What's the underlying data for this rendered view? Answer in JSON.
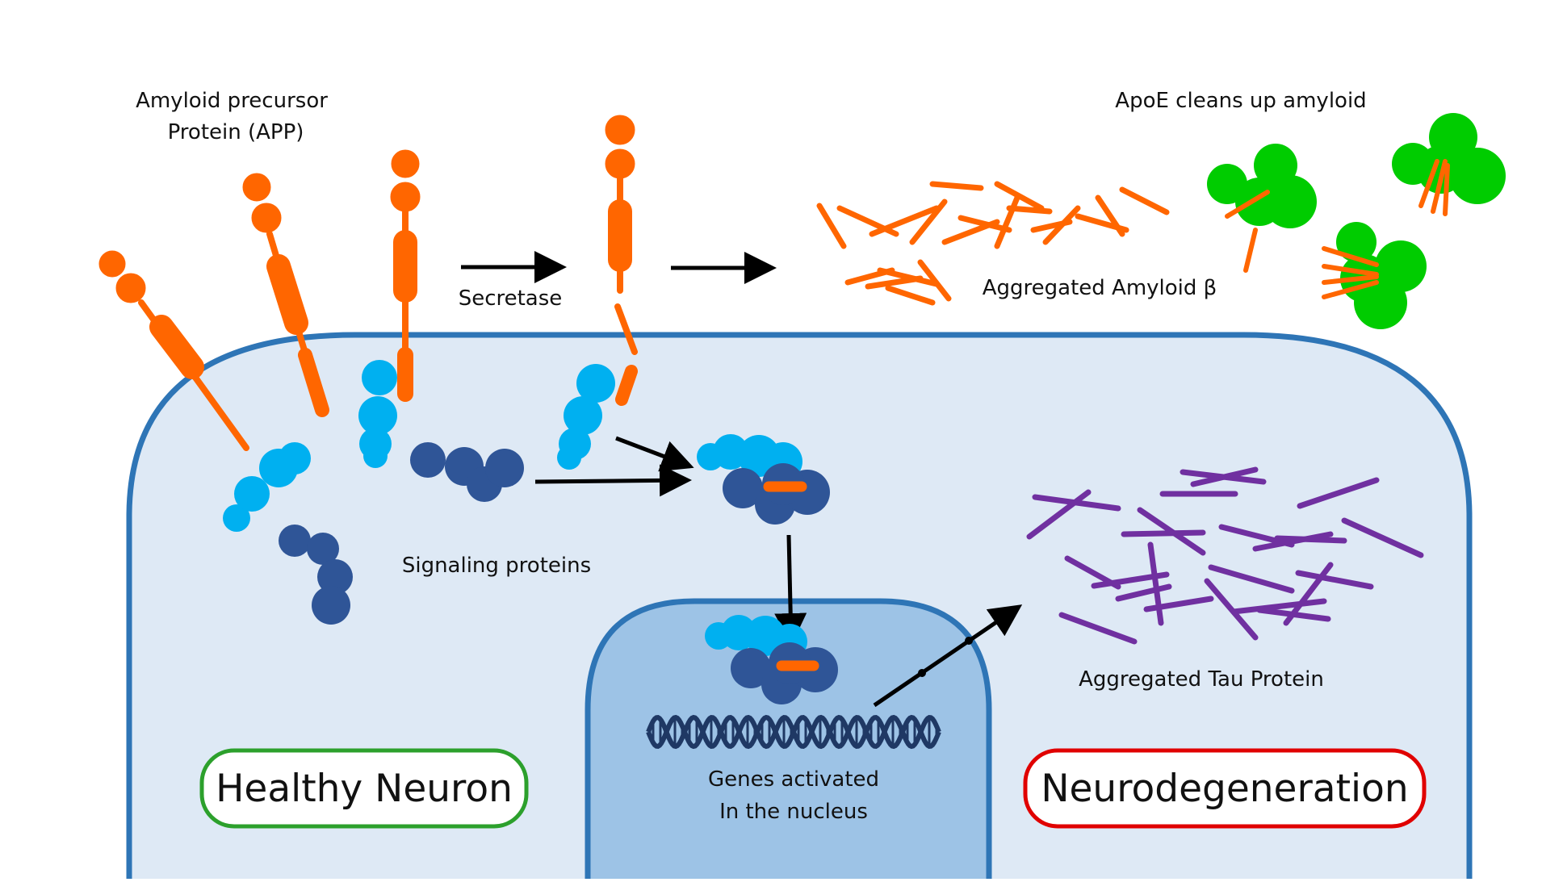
{
  "labels": {
    "app_line1": "Amyloid precursor",
    "app_line2": "Protein (APP)",
    "secretase": "Secretase",
    "apoe": "ApoE cleans up amyloid",
    "amyloid_beta": "Aggregated Amyloid β",
    "signaling": "Signaling proteins",
    "genes_line1": "Genes activated",
    "genes_line2": "In the nucleus",
    "tau": "Aggregated Tau Protein"
  },
  "badges": {
    "healthy": "Healthy Neuron",
    "neurodegeneration": "Neurodegeneration"
  },
  "colors": {
    "app": "#ff6600",
    "signal_light": "#00b0f0",
    "signal_dark": "#2f5597",
    "apoe": "#00cc00",
    "tau": "#7030a0",
    "cell_fill": "#dee9f5",
    "cell_border": "#2e75b6",
    "nucleus_fill": "#9dc3e6",
    "dna": "#1f3864",
    "healthy_border": "#2ca02c",
    "neuro_border": "#e00000"
  }
}
